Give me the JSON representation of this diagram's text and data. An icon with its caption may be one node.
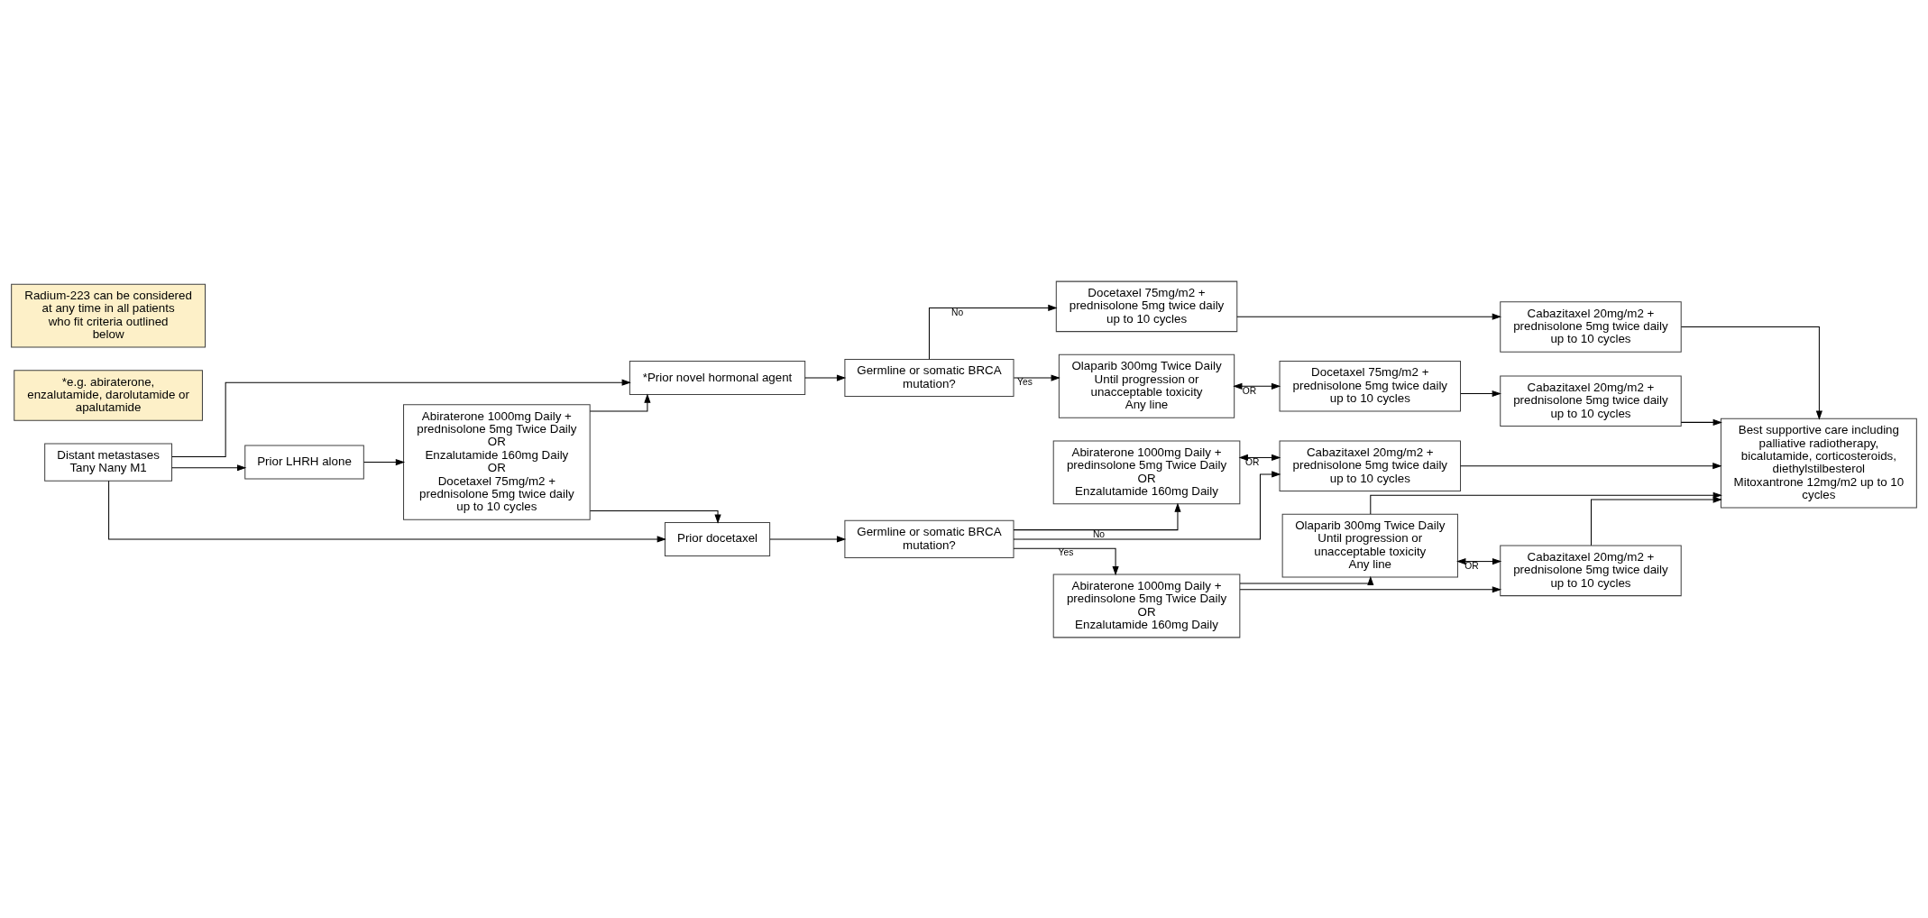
{
  "diagram": {
    "nodes": [
      {
        "text": [
          "Distant metastases",
          "Tany Nany M1"
        ]
      },
      {
        "text": [
          "*Prior novel hormonal agent"
        ]
      },
      {
        "text": [
          "Germline or somatic BRCA mutation?"
        ]
      },
      {
        "text": [
          "Docetaxel 75mg/m2 + prednisolone 5mg twice daily up to 10 cycles"
        ]
      },
      {
        "text": [
          "Cabazitaxel 20mg/m2 + prednisolone 5mg twice daily up to 10 cycles"
        ]
      },
      {
        "text": [
          "Olaparib 300mg Twice Daily",
          "Until progression or unacceptable toxicity",
          "Any line"
        ]
      },
      {
        "text": [
          "Docetaxel 75mg/m2 + prednisolone 5mg twice daily up to 10 cycles"
        ]
      },
      {
        "text": [
          "Cabazitaxel 20mg/m2 + prednisolone 5mg twice daily up to 10 cycles"
        ]
      },
      {
        "text": [
          "Best supportive care including palliative radiotherapy, bicalutamide, corticosteroids, diethylstilbesterol",
          "Mitoxantrone 12mg/m2 up to 10 cycles"
        ]
      },
      {
        "text": [
          "Prior LHRH alone"
        ]
      },
      {
        "text": [
          "Abiraterone 1000mg Daily + prednisolone 5mg Twice Daily",
          "OR",
          "Enzalutamide 160mg Daily",
          "OR",
          "Docetaxel 75mg/m2 + prednisolone 5mg twice daily up to 10 cycles"
        ]
      },
      {
        "text": [
          "Prior docetaxel"
        ]
      },
      {
        "text": [
          "Germline or somatic BRCA mutation?"
        ]
      },
      {
        "text": [
          "Abiraterone 1000mg Daily + predinsolone 5mg Twice Daily",
          "OR",
          "Enzalutamide 160mg Daily"
        ]
      },
      {
        "text": [
          "Cabazitaxel 20mg/m2 + prednisolone 5mg twice daily up to 10 cycles"
        ]
      },
      {
        "text": [
          "Abiraterone 1000mg Daily + predinsolone 5mg Twice Daily",
          "OR",
          "Enzalutamide 160mg Daily"
        ]
      },
      {
        "text": [
          "Olaparib 300mg Twice Daily",
          "Until progression or unacceptable toxicity",
          "Any line"
        ]
      },
      {
        "text": [
          "Cabazitaxel 20mg/m2 + prednisolone 5mg twice daily up to 10 cycles"
        ]
      },
      {
        "text": [
          "*e.g. abiraterone, enzalutamide, darolutamide or apalutamide"
        ]
      },
      {
        "text": [
          "Radium-223 can be considered at any time in all patients who fit criteria outlined below"
        ]
      }
    ],
    "edges": [
      {
        "from": 0,
        "to": 1,
        "arrow": "to"
      },
      {
        "from": 0,
        "to": 9,
        "arrow": "to"
      },
      {
        "from": 0,
        "to": 11,
        "arrow": "to"
      },
      {
        "from": 1,
        "to": 2,
        "arrow": "to"
      },
      {
        "from": 2,
        "to": 3,
        "arrow": "to",
        "label": "No"
      },
      {
        "from": 2,
        "to": 5,
        "arrow": "to",
        "label": "Yes"
      },
      {
        "from": 3,
        "to": 4,
        "arrow": "to"
      },
      {
        "from": 4,
        "to": 8,
        "arrow": "to"
      },
      {
        "from": 5,
        "to": 6,
        "arrow": "both",
        "label": "OR"
      },
      {
        "from": 6,
        "to": 7,
        "arrow": "to"
      },
      {
        "from": 7,
        "to": 8,
        "arrow": "to"
      },
      {
        "from": 9,
        "to": 10,
        "arrow": "to"
      },
      {
        "from": 10,
        "to": 1,
        "arrow": "to"
      },
      {
        "from": 10,
        "to": 11,
        "arrow": "to"
      },
      {
        "from": 11,
        "to": 12,
        "arrow": "to"
      },
      {
        "from": 12,
        "to": 13,
        "arrow": "to",
        "label": "No"
      },
      {
        "from": 12,
        "to": 14,
        "arrow": "to"
      },
      {
        "from": 13,
        "to": 14,
        "arrow": "both",
        "label": "OR"
      },
      {
        "from": 14,
        "to": 8,
        "arrow": "to"
      },
      {
        "from": 12,
        "to": 15,
        "arrow": "to",
        "label": "Yes"
      },
      {
        "from": 15,
        "to": 16,
        "arrow": "to"
      },
      {
        "from": 15,
        "to": 17,
        "arrow": "to"
      },
      {
        "from": 16,
        "to": 17,
        "arrow": "both",
        "label": "OR"
      },
      {
        "from": 16,
        "to": 8,
        "arrow": "to"
      },
      {
        "from": 17,
        "to": 8,
        "arrow": "to"
      }
    ]
  }
}
